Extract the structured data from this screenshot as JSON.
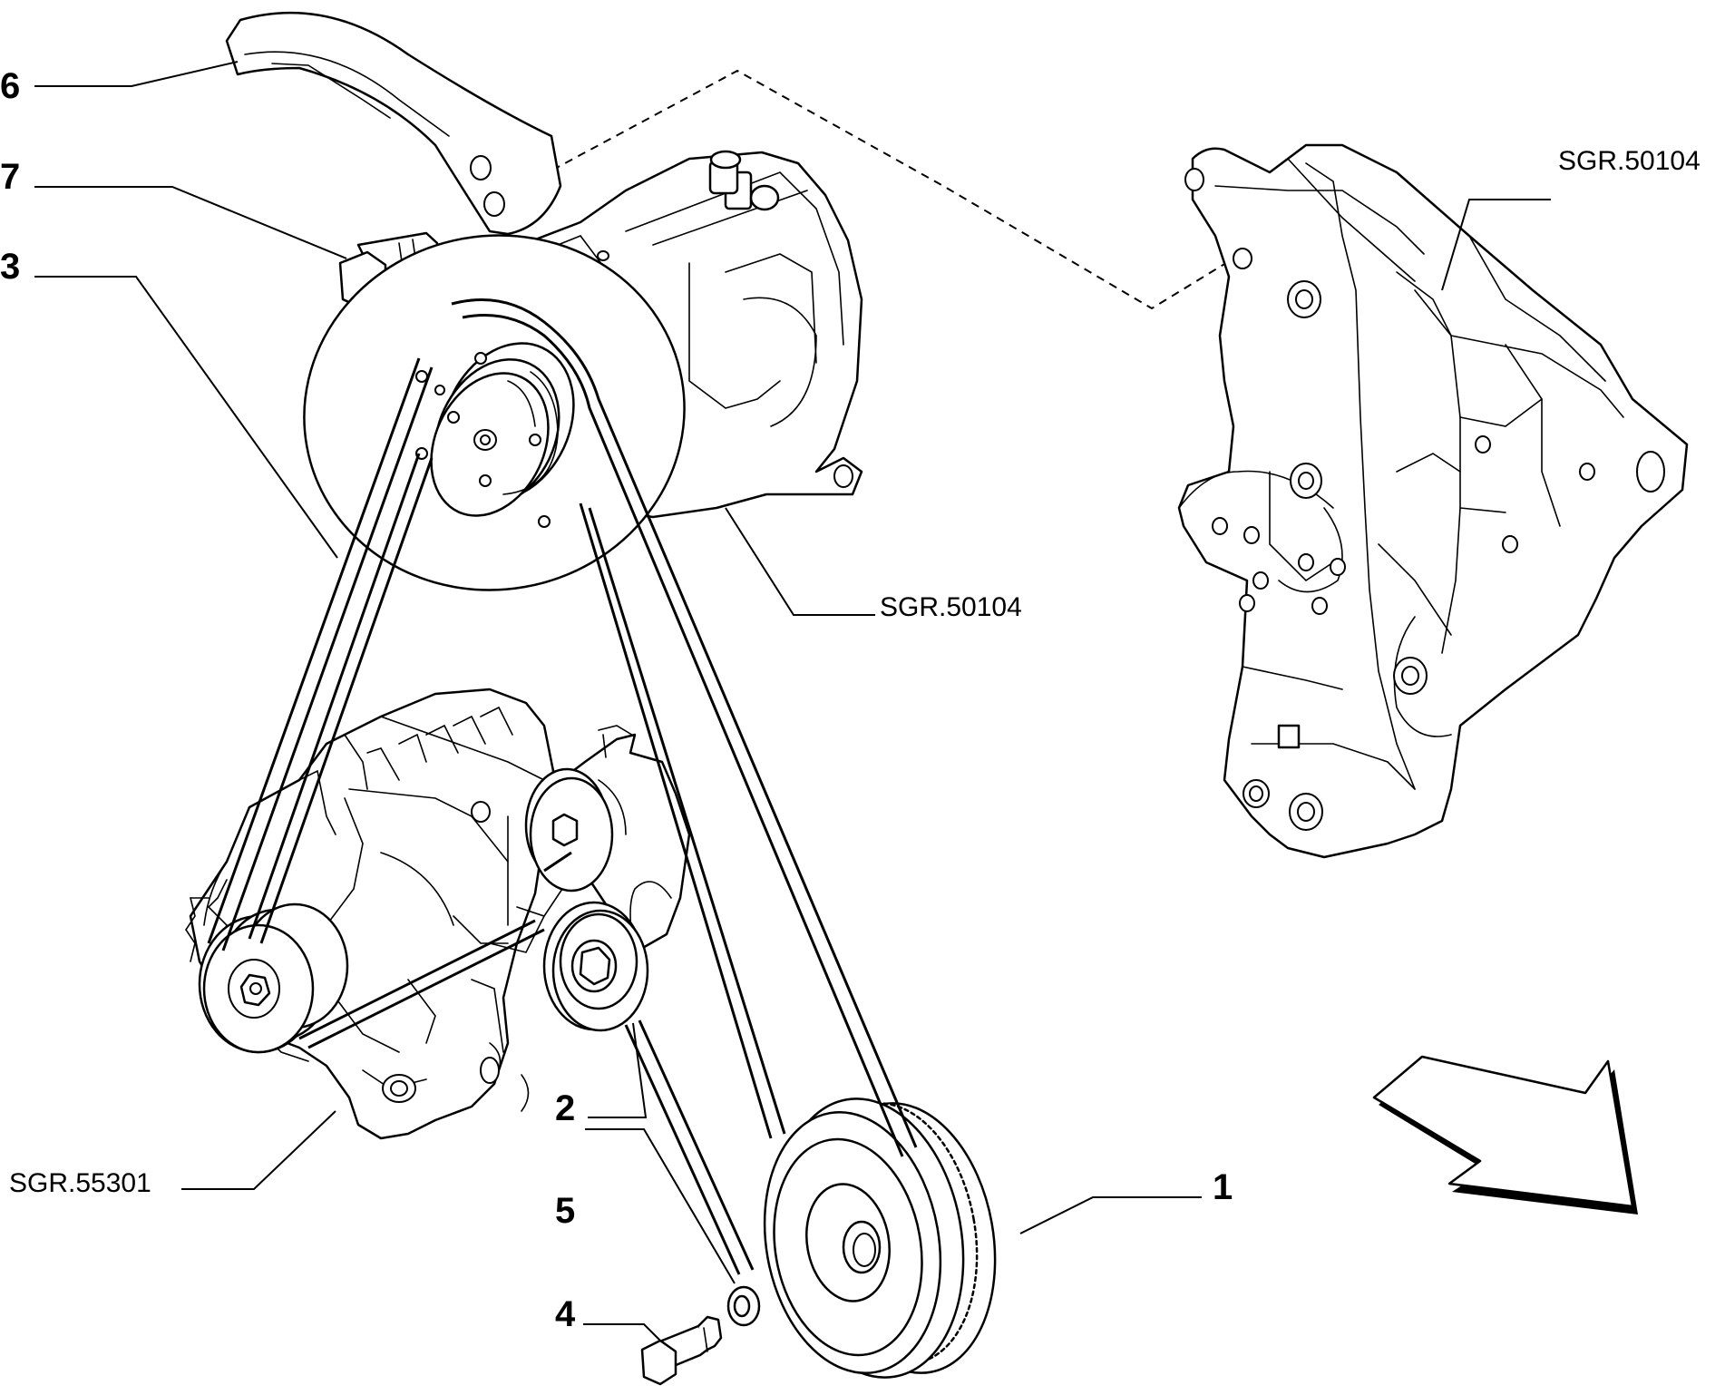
{
  "callouts": {
    "c1": "1",
    "c2": "2",
    "c3": "3",
    "c4": "4",
    "c5": "5",
    "c6": "6",
    "c7": "7"
  },
  "references": {
    "bracket": "SGR.50104",
    "compressor": "SGR.50104",
    "alternator": "SGR.55301"
  },
  "icons": {
    "direction_arrow": "front-direction-arrow-icon"
  }
}
